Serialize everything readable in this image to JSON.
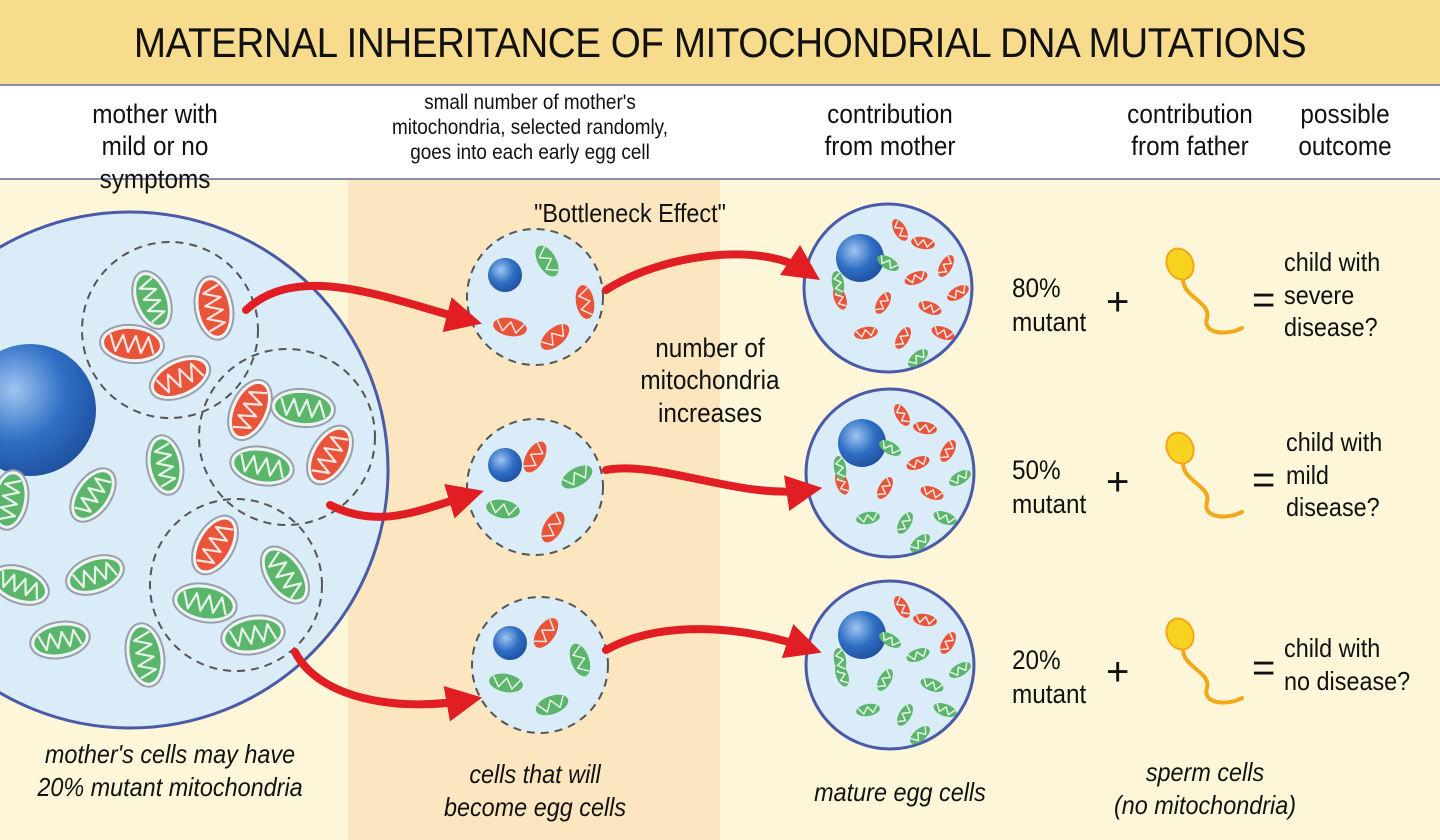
{
  "title": "MATERNAL INHERITANCE OF MITOCHONDRIAL DNA MUTATIONS",
  "headers": {
    "mother": "mother with\nmild or no symptoms",
    "selection": "small number of mother's\nmitochondria, selected randomly,\ngoes into each early egg cell",
    "contribution_mother": "contribution\nfrom mother",
    "contribution_father": "contribution\nfrom father",
    "outcome": "possible\noutcome"
  },
  "bottleneck_label": "\"Bottleneck Effect\"",
  "increase_label": "number of\nmitochondria\nincreases",
  "captions": {
    "mother_cells": "mother's cells may have\n20% mutant mitochondria",
    "early_cells": "cells that will\nbecome egg cells",
    "mature_eggs": "mature egg cells",
    "sperm": "sperm cells\n(no mitochondria)"
  },
  "rows": [
    {
      "percent": "80%\nmutant",
      "plus": "+",
      "equals": "=",
      "outcome": "child with\nsevere\ndisease?"
    },
    {
      "percent": "50%\nmutant",
      "plus": "+",
      "equals": "=",
      "outcome": "child with\nmild\ndisease?"
    },
    {
      "percent": "20%\nmutant",
      "plus": "+",
      "equals": "=",
      "outcome": "child with\nno disease?"
    }
  ],
  "colors": {
    "mutant": "#e8553a",
    "normal": "#5bb56a",
    "nucleus": "#2f6fc4",
    "cell_fill": "#d9ecf8",
    "cell_border": "#4a5aa8",
    "arrow": "#e01e24",
    "sperm": "#f2a818"
  }
}
